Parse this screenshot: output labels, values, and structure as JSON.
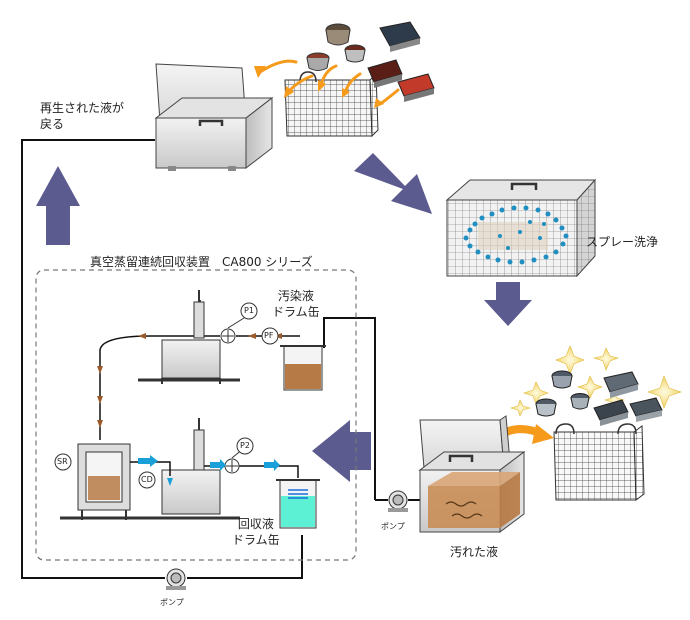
{
  "labels": {
    "regenerated_return": "再生された液が\n戻る",
    "spray_wash": "スプレー洗浄",
    "system_title": "真空蒸留連続回収装置　CA800 シリーズ",
    "contaminated_drum": "汚染液\nドラム缶",
    "recovery_drum": "回収液\nドラム缶",
    "pump_right": "ポンプ",
    "pump_bottom": "ポンプ",
    "dirty_liquid": "汚れた液"
  },
  "instruments": {
    "p1": "P1",
    "p2": "P2",
    "pf": "PF",
    "sr": "SR",
    "cd": "CD"
  },
  "colors": {
    "big_arrow": "#5b5b8f",
    "orange_arrow": "#f59a1b",
    "brown_flow": "#9b5a2a",
    "cyan_flow": "#1aa0d8",
    "spray_dots": "#1e8fc0",
    "dirty_liquid": "#c98d55",
    "contaminated_liquid": "#b57a45",
    "recovered_liquid": "#5cf0d4"
  }
}
